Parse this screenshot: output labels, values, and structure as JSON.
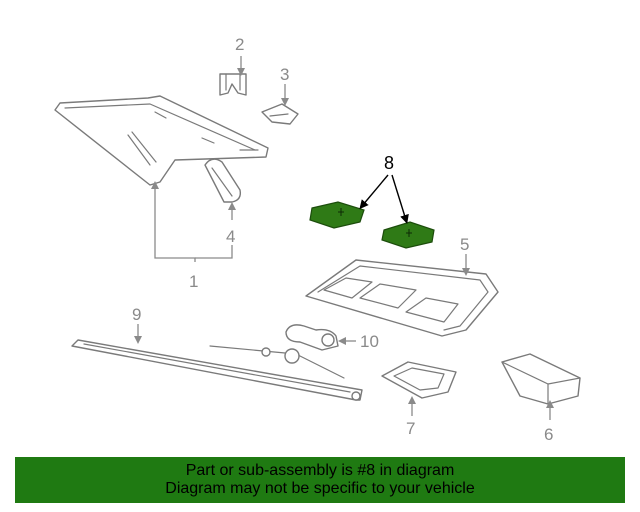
{
  "callouts": {
    "c1": "1",
    "c2": "2",
    "c3": "3",
    "c4": "4",
    "c5": "5",
    "c6": "6",
    "c7": "7",
    "c8": "8",
    "c9": "9",
    "c10": "10"
  },
  "banner": {
    "line1": "Part or sub-assembly is #8 in diagram",
    "line2": "Diagram may not be specific to your vehicle"
  },
  "colors": {
    "highlight": "#2f7a16",
    "banner": "#1f7a12",
    "line": "#7a7a7a"
  }
}
